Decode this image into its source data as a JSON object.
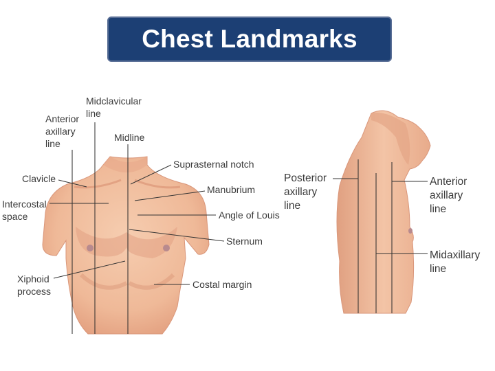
{
  "title": "Chest Landmarks",
  "colors": {
    "title_bg": "#1c3f74",
    "title_border": "#5a6f96",
    "skin_base": "#f1bf9f",
    "skin_shade": "#dd9478",
    "skin_dark": "#c97a5f",
    "nipple": "#b88a8e"
  },
  "front_labels": {
    "midclavicular_1": "Midclavicular",
    "midclavicular_2": "line",
    "anterior_1": "Anterior",
    "anterior_2": "axillary",
    "anterior_3": "line",
    "midline": "Midline",
    "clavicle": "Clavicle",
    "intercostal_1": "Intercostal",
    "intercostal_2": "space",
    "xiphoid_1": "Xiphoid",
    "xiphoid_2": "process",
    "suprasternal": "Suprasternal notch",
    "manubrium": "Manubrium",
    "angle_of_louis": "Angle of Louis",
    "sternum": "Sternum",
    "costal_margin": "Costal margin"
  },
  "side_labels": {
    "posterior_1": "Posterior",
    "posterior_2": "axillary",
    "posterior_3": "line",
    "anterior_1": "Anterior",
    "anterior_2": "axillary",
    "anterior_3": "line",
    "midaxillary_1": "Midaxillary",
    "midaxillary_2": "line"
  }
}
